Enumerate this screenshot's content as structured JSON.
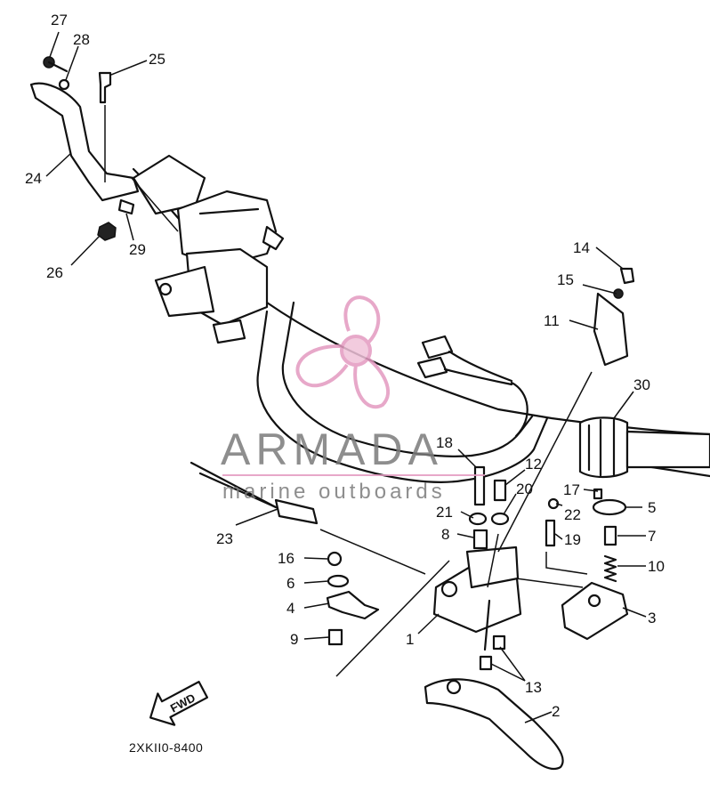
{
  "diagram": {
    "callouts": [
      "27",
      "28",
      "25",
      "24",
      "26",
      "29",
      "14",
      "15",
      "11",
      "30",
      "18",
      "12",
      "20",
      "17",
      "22",
      "5",
      "21",
      "8",
      "19",
      "7",
      "10",
      "23",
      "16",
      "6",
      "4",
      "1",
      "3",
      "9",
      "13",
      "2"
    ],
    "fwd_label": "FWD",
    "drawing_code": "2XKII0-8400"
  },
  "watermark": {
    "brand": "ARMADA",
    "tagline": "marine outboards",
    "logo_color": "#e39ac0",
    "text_color": "#7b7b7b"
  }
}
